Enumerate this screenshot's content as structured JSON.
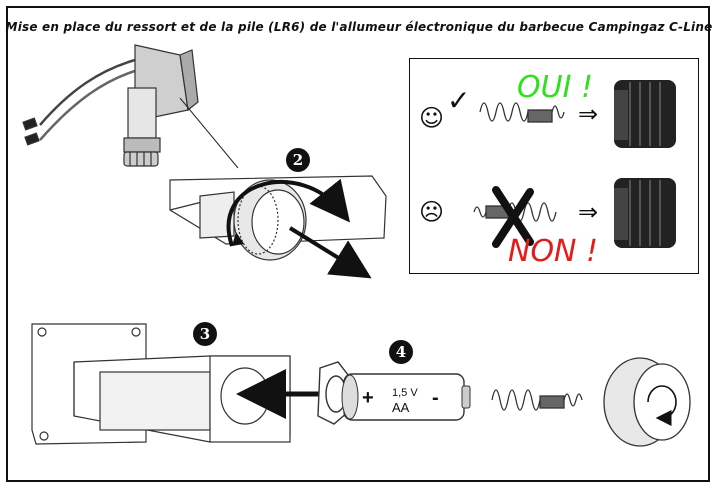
{
  "title": "Mise en place du ressort et de la pile (LR6) de l'allumeur électronique du barbecue Campingaz C-Line",
  "inset": {
    "good_label": "OUI !",
    "bad_label": "NON !",
    "good_face": "☺",
    "bad_face": "☹",
    "check": "✓",
    "arrow": "⇒"
  },
  "steps": {
    "step2": "2",
    "step3": "3",
    "step4": "4"
  },
  "battery": {
    "plus": "+",
    "minus": "-",
    "voltage": "1,5 V",
    "size": "AA"
  },
  "colors": {
    "good": "#2fe01a",
    "bad": "#e41b1b"
  }
}
